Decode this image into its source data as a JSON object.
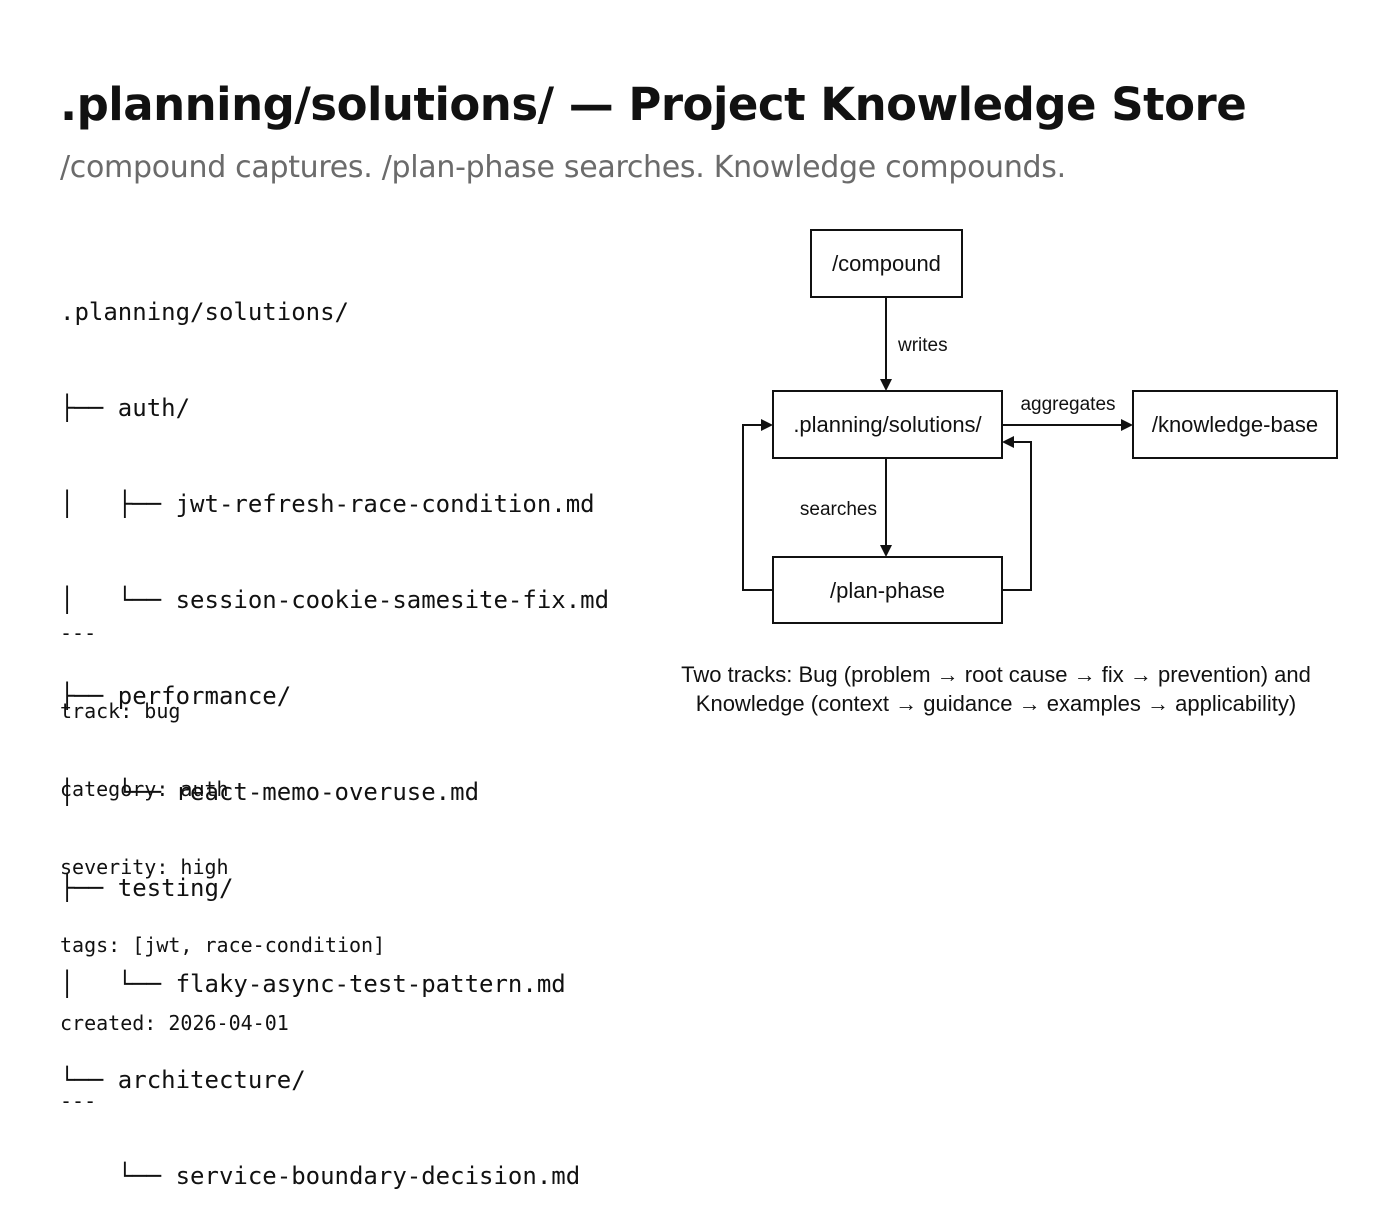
{
  "title": ".planning/solutions/ — Project Knowledge Store",
  "subtitle": "/compound captures. /plan-phase searches. Knowledge compounds.",
  "tree_lines": [
    ".planning/solutions/",
    "├── auth/",
    "│   ├── jwt-refresh-race-condition.md",
    "│   └── session-cookie-samesite-fix.md",
    "├── performance/",
    "│   └── react-memo-overuse.md",
    "├── testing/",
    "│   └── flaky-async-test-pattern.md",
    "└── architecture/",
    "    └── service-boundary-decision.md"
  ],
  "frontmatter_lines": [
    "---",
    "track: bug",
    "category: auth",
    "severity: high",
    "tags: [jwt, race-condition]",
    "created: 2026-04-01",
    "---"
  ],
  "diagram": {
    "nodes": {
      "compound": "/compound",
      "solutions": ".planning/solutions/",
      "knowledge_base": "/knowledge-base",
      "plan_phase": "/plan-phase"
    },
    "edges": {
      "writes": "writes",
      "aggregates": "aggregates",
      "searches": "searches"
    }
  },
  "caption_lines": [
    "Two tracks: Bug (problem → root cause → fix → prevention) and",
    "Knowledge (context → guidance → examples → applicability)"
  ]
}
